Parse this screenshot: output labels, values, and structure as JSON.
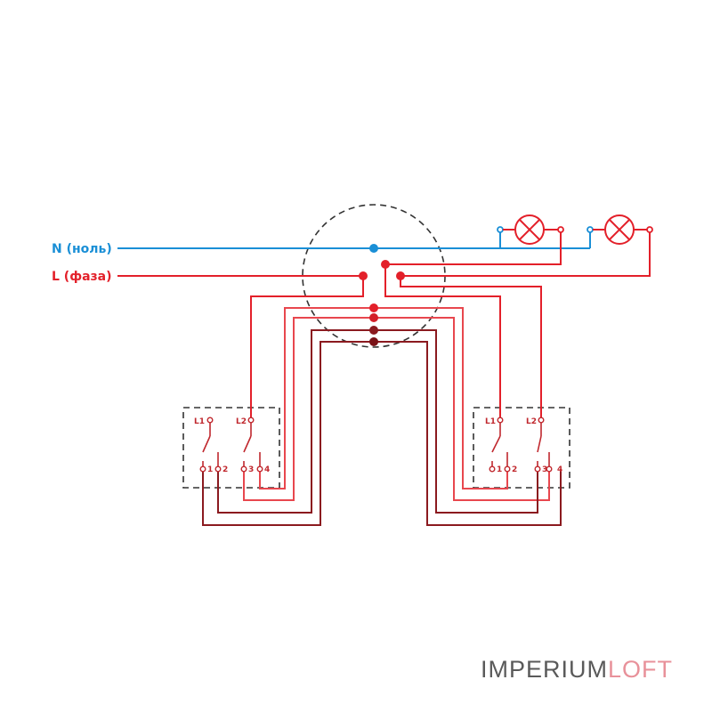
{
  "labels": {
    "neutral": "N (ноль)",
    "phase": "L (фаза)"
  },
  "switches": {
    "left": {
      "l1": "L1",
      "l2": "L2",
      "t1": "1",
      "t2": "2",
      "t3": "3",
      "t4": "4"
    },
    "right": {
      "l1": "L1",
      "l2": "L2",
      "t1": "1",
      "t2": "2",
      "t3": "3",
      "t4": "4"
    }
  },
  "brand": {
    "part1": "IMPERIUM",
    "part2": "LOFT"
  },
  "colors": {
    "neutral": "#1a8fd6",
    "phase": "#e3202a",
    "wire_light": "#e8474e",
    "wire_mid": "#c0282e",
    "wire_dark": "#8b1a1f",
    "dashed": "#333333",
    "brand_gray": "#5a5a5a",
    "brand_pink": "#e8919a"
  }
}
